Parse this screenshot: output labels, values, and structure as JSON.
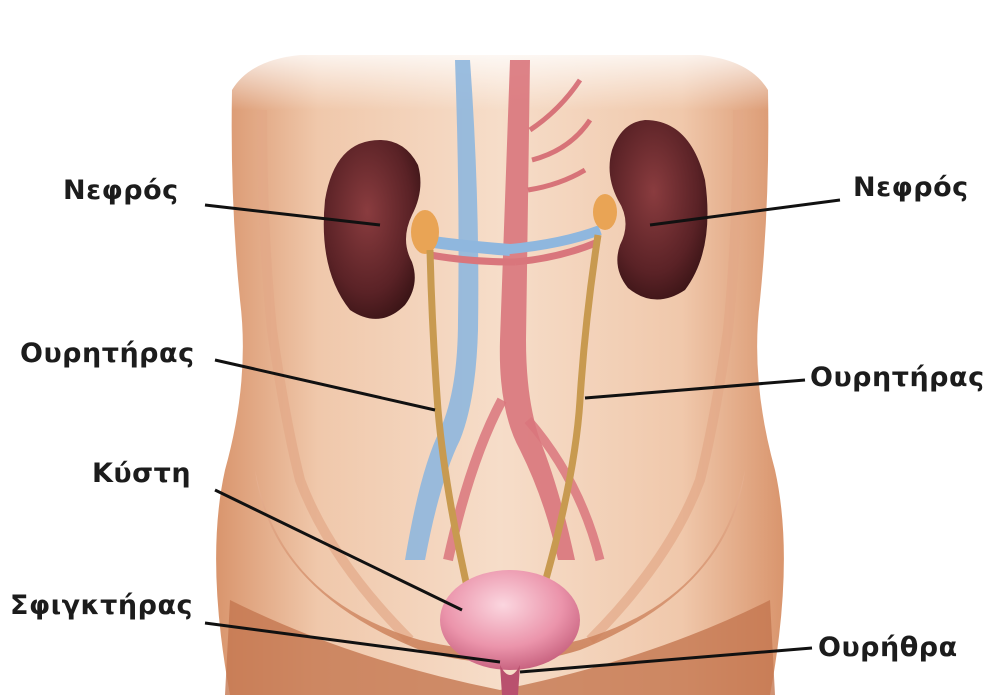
{
  "labels": {
    "kidney_left": "Νεφρός",
    "kidney_right": "Νεφρός",
    "ureter_left": "Ουρητήρας",
    "ureter_right": "Ουρητήρας",
    "bladder": "Κύστη",
    "sphincter": "Σφιγκτήρας",
    "urethra": "Ουρήθρα"
  },
  "colors": {
    "skin": "#d9a07c",
    "kidney": "#5a2226",
    "vein": "#8fb7de",
    "artery": "#d9767c",
    "bladder": "#e88aa0",
    "ureter": "#c89a50",
    "pointer": "#111111"
  }
}
